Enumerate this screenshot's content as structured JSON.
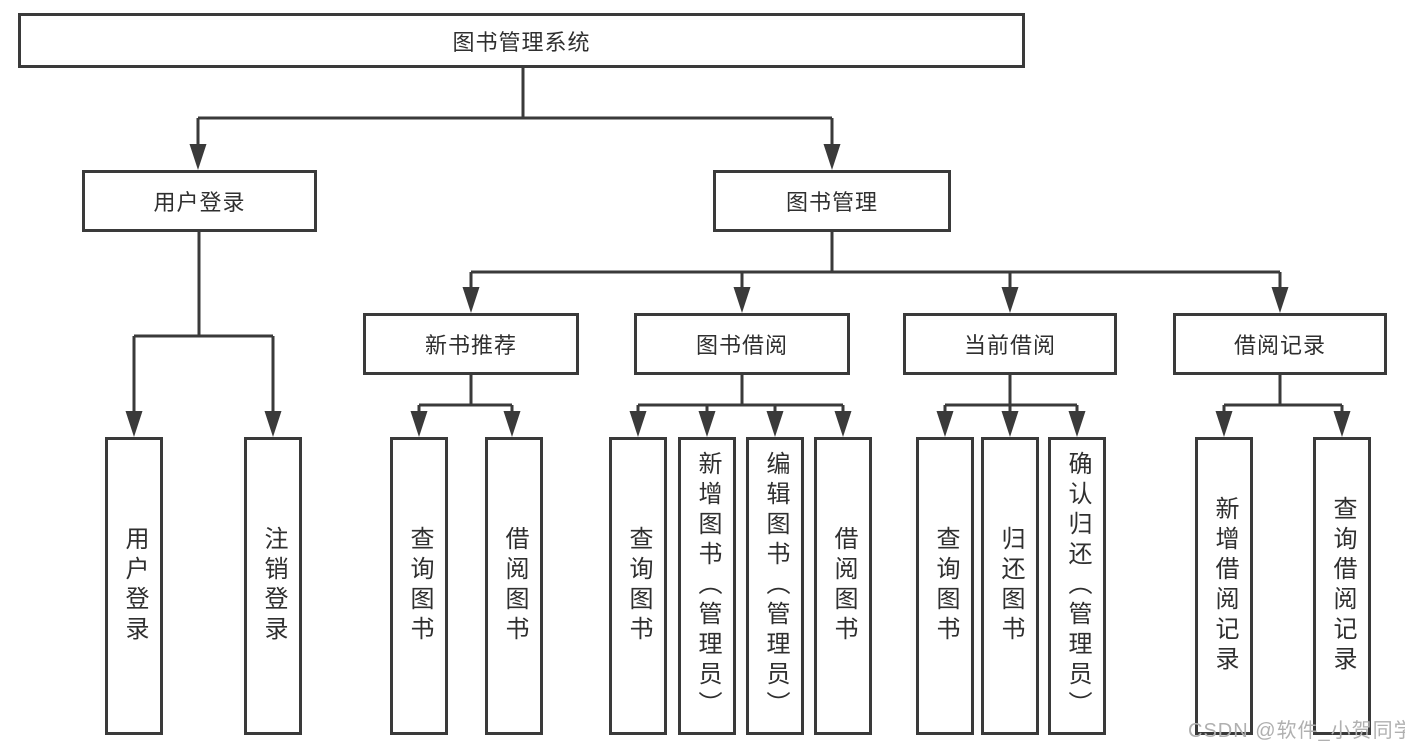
{
  "diagram": {
    "title": "图书管理系统",
    "type": "function-structure-tree",
    "colors": {
      "line": "#3a3a3a",
      "box_border": "#3a3a3a",
      "text": "#2f2f2f",
      "background": "#ffffff",
      "watermark": "#b0b0b0"
    },
    "watermark": "CSDN @软件_小贺同学"
  },
  "tree": {
    "root": {
      "label": "图书管理系统"
    },
    "branches": [
      {
        "label": "用户登录",
        "children": [
          {
            "label": "用户登录"
          },
          {
            "label": "注销登录"
          }
        ]
      },
      {
        "label": "图书管理",
        "children": [
          {
            "label": "新书推荐",
            "children": [
              {
                "label": "查询图书"
              },
              {
                "label": "借阅图书"
              }
            ]
          },
          {
            "label": "图书借阅",
            "children": [
              {
                "label": "查询图书"
              },
              {
                "label": "新增图书（管理员）"
              },
              {
                "label": "编辑图书（管理员）"
              },
              {
                "label": "借阅图书"
              }
            ]
          },
          {
            "label": "当前借阅",
            "children": [
              {
                "label": "查询图书"
              },
              {
                "label": "归还图书"
              },
              {
                "label": "确认归还（管理员）"
              }
            ]
          },
          {
            "label": "借阅记录",
            "children": [
              {
                "label": "新增借阅记录"
              },
              {
                "label": "查询借阅记录"
              }
            ]
          }
        ]
      }
    ]
  }
}
